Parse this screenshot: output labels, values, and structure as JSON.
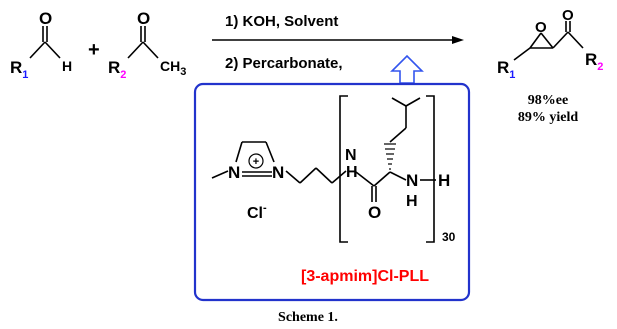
{
  "colors": {
    "r1": "#1a1aff",
    "r2": "#ff00ff",
    "frame": "#2233cc",
    "label": "#ff0000",
    "arrow_up": "#3355ee"
  },
  "reactant1": {
    "o": "O",
    "h": "H",
    "r_main": "R",
    "r_sub": "1"
  },
  "plus": "+",
  "reactant2": {
    "o": "O",
    "r_main": "R",
    "r_sub": "2",
    "ch": "CH",
    "ch_sub": "3"
  },
  "conditions": {
    "step1": "1) KOH, Solvent",
    "step2": "2) Percarbonate,"
  },
  "product": {
    "r1_main": "R",
    "r1_sub": "1",
    "epox_o": "O",
    "carb_o": "O",
    "r2_main": "R",
    "r2_sub": "2"
  },
  "results": {
    "ee": "98%ee",
    "yield": "89% yield"
  },
  "catalyst": {
    "ring_n1": "N",
    "ring_n2": "N",
    "plus_sign": "+",
    "amide_nh_n": "N",
    "amide_nh_h": "H",
    "carbonyl_o": "O",
    "amine_n": "N",
    "amine_h_right": "H",
    "amine_h_below": "H",
    "counterion": "Cl",
    "counterion_charge": "-",
    "repeat_n": "30",
    "label": "[3-apmim]Cl-PLL"
  },
  "caption": "Scheme 1."
}
